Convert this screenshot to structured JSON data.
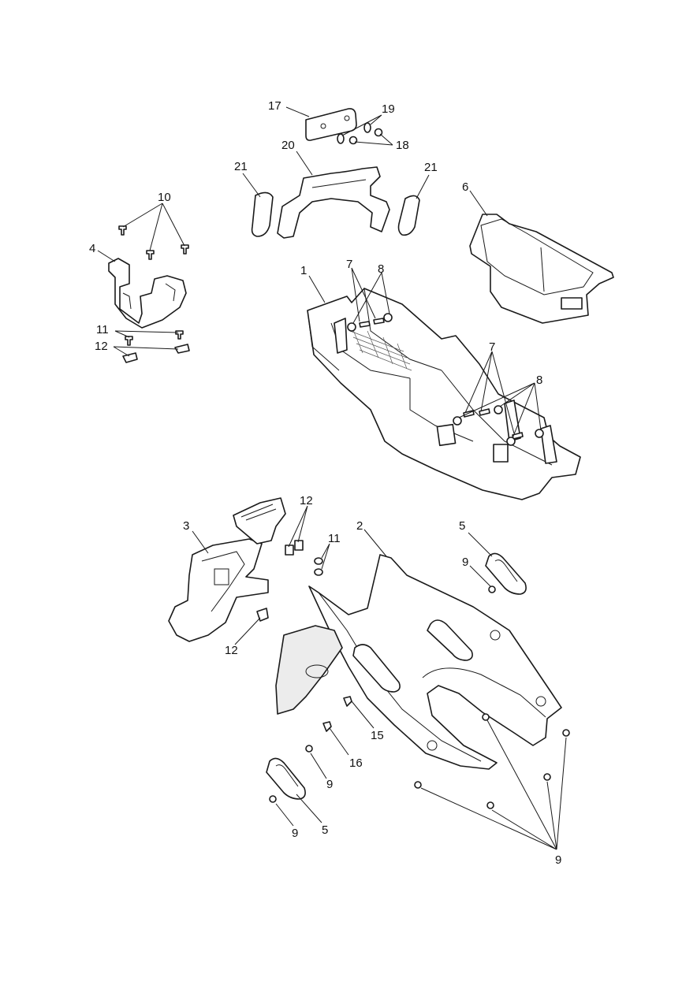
{
  "callouts": {
    "c1": "1",
    "c2": "2",
    "c3": "3",
    "c4": "4",
    "c5a": "5",
    "c5b": "5",
    "c6": "6",
    "c7a": "7",
    "c7b": "7",
    "c8a": "8",
    "c8b": "8",
    "c9a": "9",
    "c9b": "9",
    "c9c": "9",
    "c9d": "9",
    "c10": "10",
    "c11a": "11",
    "c11b": "11",
    "c12a": "12",
    "c12b": "12",
    "c12c": "12",
    "c15": "15",
    "c16": "16",
    "c17": "17",
    "c18": "18",
    "c19": "19",
    "c20": "20",
    "c21a": "21",
    "c21b": "21"
  }
}
